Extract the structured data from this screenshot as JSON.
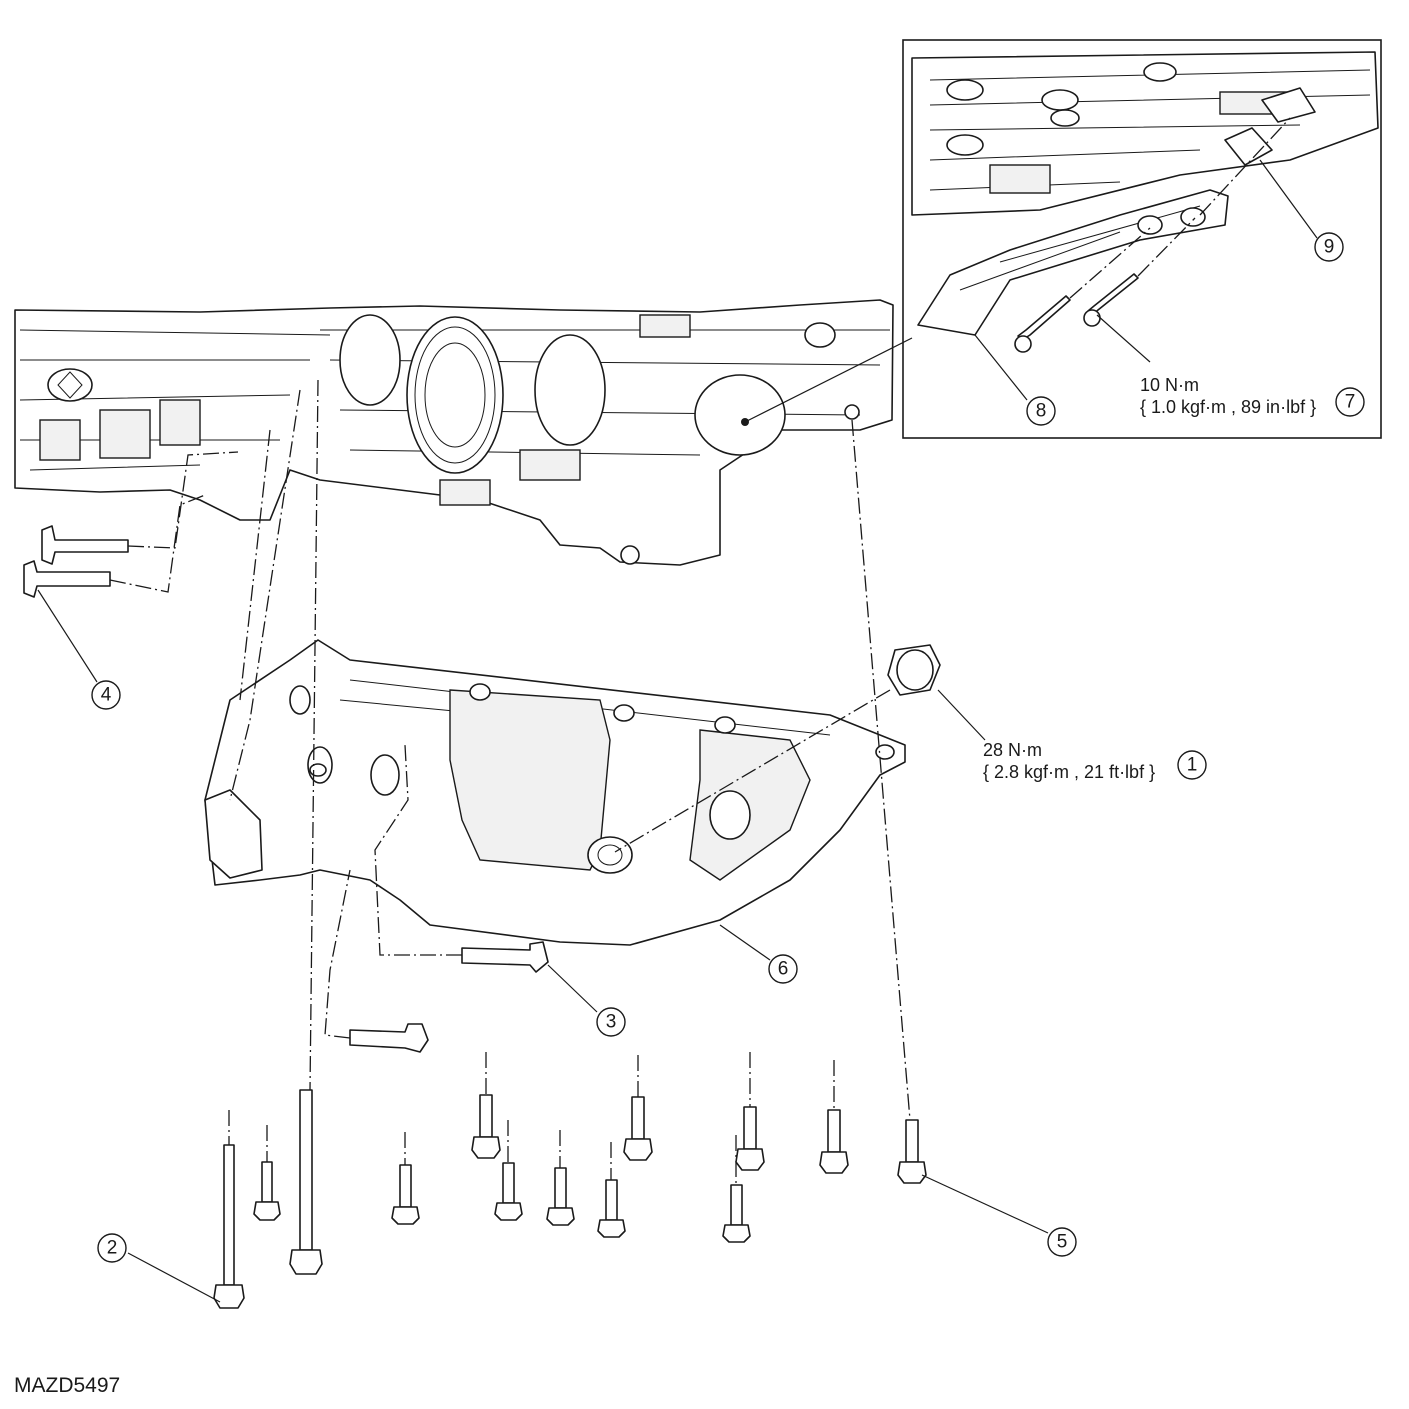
{
  "callouts": [
    "1",
    "2",
    "3",
    "4",
    "5",
    "6",
    "7",
    "8",
    "9"
  ],
  "torque_1": {
    "value": "28 N·m",
    "detail": "{ 2.8 kgf·m , 21 ft·lbf }"
  },
  "torque_7": {
    "value": "10 N·m",
    "detail": "{ 1.0 kgf·m , 89 in·lbf }"
  },
  "figure_id": "MAZD5497"
}
